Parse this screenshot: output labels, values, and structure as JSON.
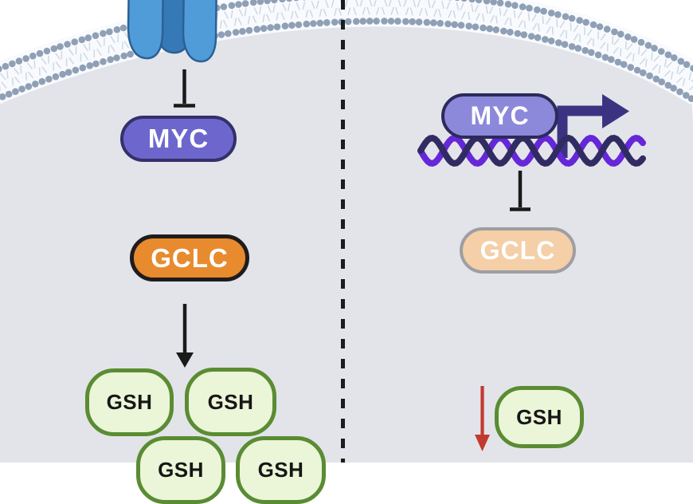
{
  "left_panel": {
    "myc": "MYC",
    "gclc": "GCLC",
    "gsh": [
      "GSH",
      "GSH",
      "GSH",
      "GSH"
    ]
  },
  "right_panel": {
    "myc": "MYC",
    "gclc": "GCLC",
    "gsh": "GSH"
  },
  "icons": {
    "receptor": "membrane-receptor",
    "membrane": "lipid-bilayer",
    "dna": "dna-double-helix",
    "transcription": "transcription-start-arrow",
    "inhibition_left": "inhibition-t-bar",
    "inhibition_right": "inhibition-t-bar",
    "arrow_left": "down-arrow",
    "arrow_red": "decrease-red-arrow"
  },
  "colors": {
    "page_bg": "#ffffff",
    "cell_fill": "#e3e4e9",
    "membrane_band": "#f8fafd",
    "membrane_dot": "#8fa0b6",
    "membrane_tail": "#ccd6e2",
    "receptor_light": "#509cd8",
    "receptor_dark": "#3579b7",
    "receptor_outline": "#2c6095",
    "divider": "#1c1c1c",
    "pill_text": "#ffffff",
    "myc_left_fill": "#6d67cd",
    "myc_left_border": "#34306a",
    "myc_right_fill": "#8c88da",
    "myc_right_border": "#2c2a5c",
    "gclc_left_fill": "#e88b2f",
    "gclc_left_border": "#201c1d",
    "gclc_right_fill": "#f4cfa7",
    "gclc_right_border": "#9e9ea3",
    "gsh_fill": "#ebf5d8",
    "gsh_border": "#5a8c33",
    "gsh_text": "#161616",
    "inhibit": "#1a1a1a",
    "arrow_black": "#1a1a1a",
    "arrow_red": "#c23a2f",
    "dna_dark": "#312b63",
    "dna_purple": "#6527d8",
    "transcription_arrow": "#3b3382"
  }
}
